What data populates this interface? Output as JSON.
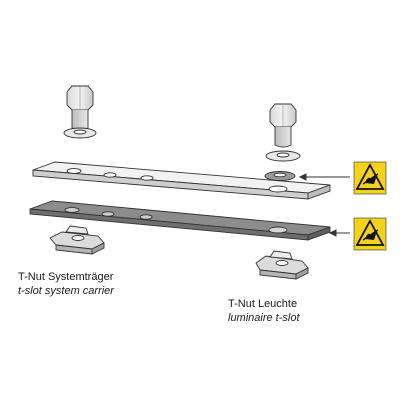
{
  "labels": {
    "left": {
      "title": "T-Nut Systemträger",
      "subtitle": "t-slot system carrier"
    },
    "right": {
      "title": "T-Nut Leuchte",
      "subtitle": "luminaire t-slot"
    }
  },
  "icons": {
    "esd_warning": "esd-warning-sign",
    "esd_color": "#f2d21b"
  }
}
